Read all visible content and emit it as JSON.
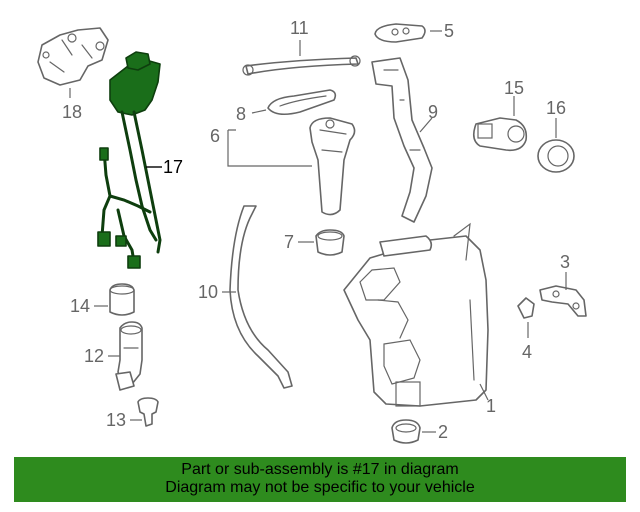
{
  "callouts": [
    "1",
    "2",
    "3",
    "4",
    "5",
    "6",
    "7",
    "8",
    "9",
    "10",
    "11",
    "12",
    "13",
    "14",
    "15",
    "16",
    "17",
    "18"
  ],
  "highlighted_part": "17",
  "banner": {
    "line1": "Part or sub-assembly is #17 in diagram",
    "line2": "Diagram may not be specific to your vehicle",
    "color": "#2e8b1e"
  },
  "colors": {
    "highlight": "#1a6e1a",
    "line": "#666666"
  }
}
